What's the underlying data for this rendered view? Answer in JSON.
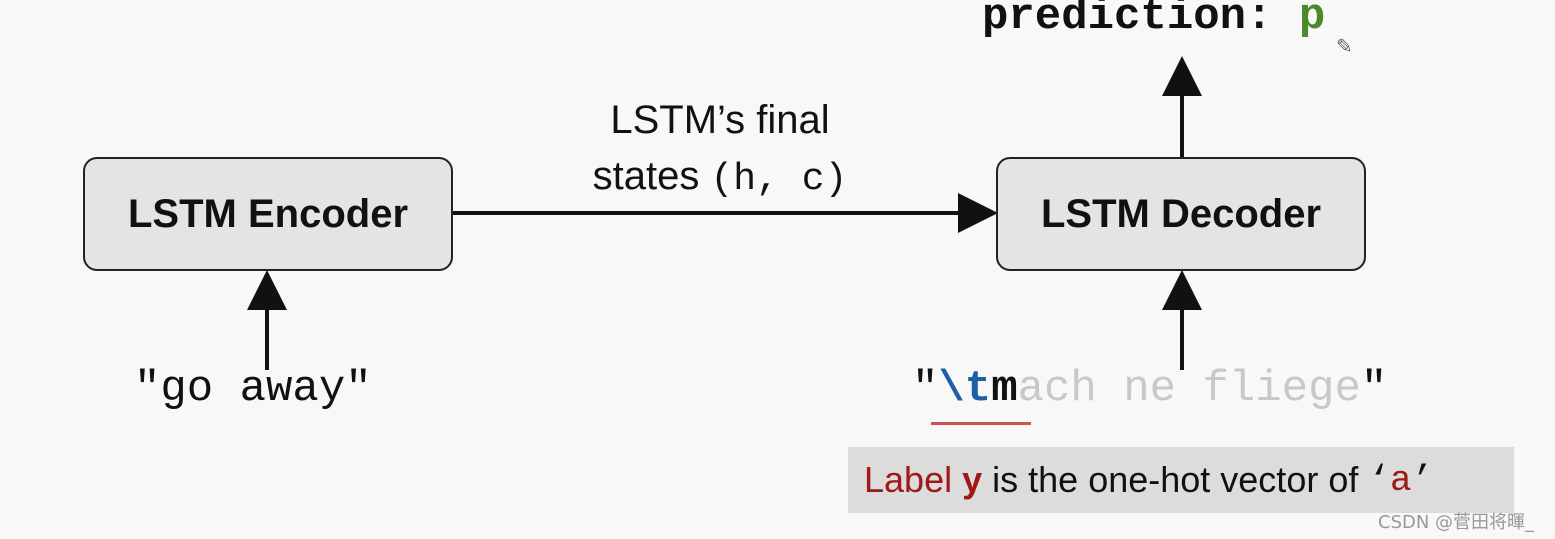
{
  "prediction": {
    "label": "prediction:",
    "value": "p"
  },
  "encoder": {
    "label": "LSTM Encoder"
  },
  "decoder": {
    "label": "LSTM Decoder"
  },
  "edge_label": {
    "line1": "LSTM’s final",
    "line2_text": "states",
    "line2_code": "(h, c)"
  },
  "encoder_input": {
    "text": "\"go away\""
  },
  "decoder_input": {
    "open_quote": "\"",
    "start_token": "\\t",
    "current": "m",
    "remaining": "ach ne fliege",
    "close_quote": "\""
  },
  "label_note": {
    "label_word": "Label",
    "y": "y",
    "middle": " is the one-hot vector of ",
    "q_open": "‘",
    "char": "a",
    "q_close": "’"
  },
  "watermark": "CSDN @菅田将暉_",
  "colors": {
    "box_fill": "#e4e4e4",
    "start_token": "#1e5fa8",
    "prediction": "#4a8a2a",
    "label_red": "#a01818"
  }
}
